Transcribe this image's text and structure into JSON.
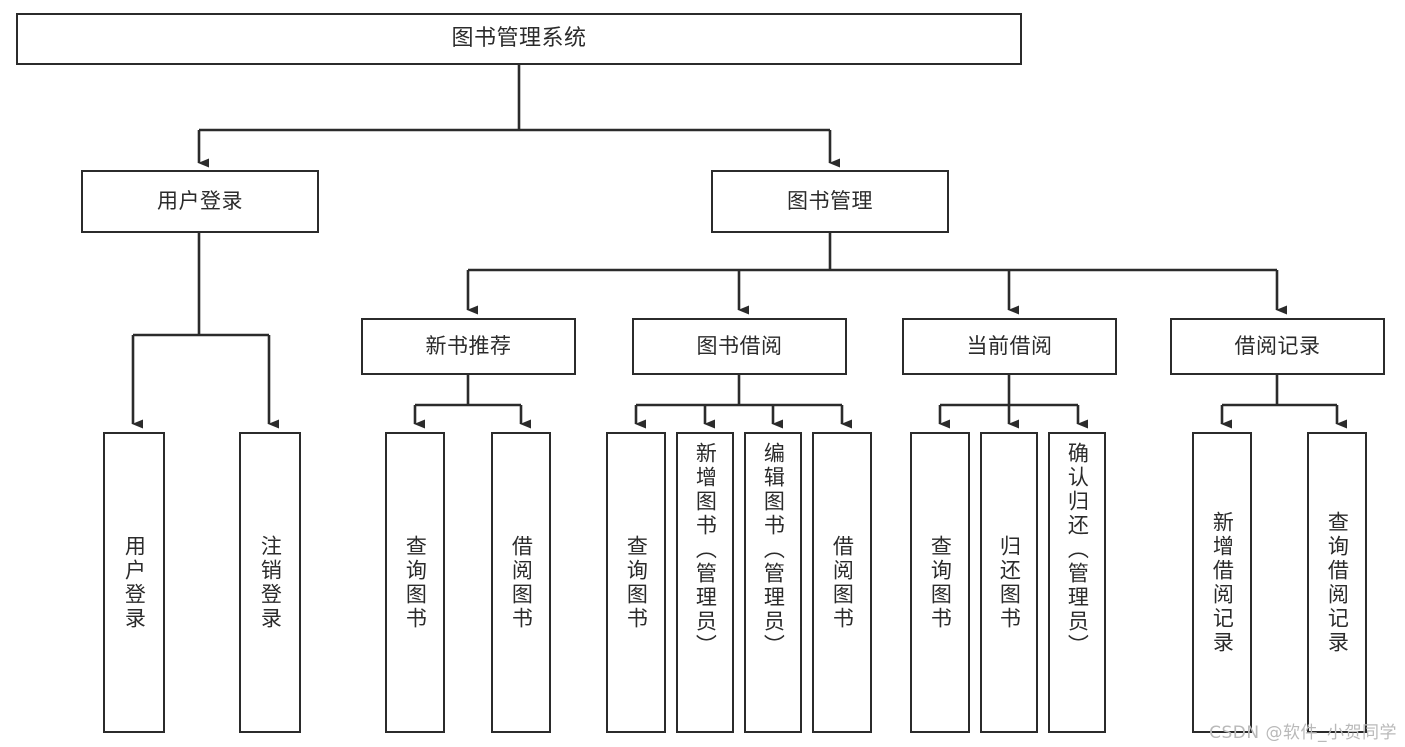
{
  "diagram": {
    "type": "tree",
    "title": "图书管理系统",
    "orientation": "top-down",
    "levels": 4,
    "nodes": {
      "root": {
        "label": "图书管理系统"
      },
      "l2": [
        {
          "id": "user-login",
          "label": "用户登录"
        },
        {
          "id": "book-manage",
          "label": "图书管理"
        }
      ],
      "l3": [
        {
          "id": "new-book-rec",
          "label": "新书推荐"
        },
        {
          "id": "book-borrow",
          "label": "图书借阅"
        },
        {
          "id": "current-borrow",
          "label": "当前借阅"
        },
        {
          "id": "borrow-record",
          "label": "借阅记录"
        }
      ],
      "leaves": {
        "user_login": [
          {
            "id": "leaf-user-login",
            "label": "用户登录"
          },
          {
            "id": "leaf-logout",
            "label": "注销登录"
          }
        ],
        "new_book_rec": [
          {
            "id": "leaf-query-book-1",
            "label": "查询图书"
          },
          {
            "id": "leaf-borrow-book-1",
            "label": "借阅图书"
          }
        ],
        "book_borrow": [
          {
            "id": "leaf-query-book-2",
            "label": "查询图书"
          },
          {
            "id": "leaf-add-book",
            "label": "新增图书（管理员）"
          },
          {
            "id": "leaf-edit-book",
            "label": "编辑图书（管理员）"
          },
          {
            "id": "leaf-borrow-book-2",
            "label": "借阅图书"
          }
        ],
        "current_borrow": [
          {
            "id": "leaf-query-book-3",
            "label": "查询图书"
          },
          {
            "id": "leaf-return-book",
            "label": "归还图书"
          },
          {
            "id": "leaf-confirm-return",
            "label": "确认归还（管理员）"
          }
        ],
        "borrow_record": [
          {
            "id": "leaf-add-record",
            "label": "新增借阅记录"
          },
          {
            "id": "leaf-query-record",
            "label": "查询借阅记录"
          }
        ]
      }
    },
    "colors": {
      "stroke": "#2b2b2b",
      "fill": "#ffffff",
      "text": "#2b2b2b",
      "watermark": "#b9b9b9"
    }
  },
  "watermark": {
    "text": "CSDN @软件_小贺同学"
  }
}
